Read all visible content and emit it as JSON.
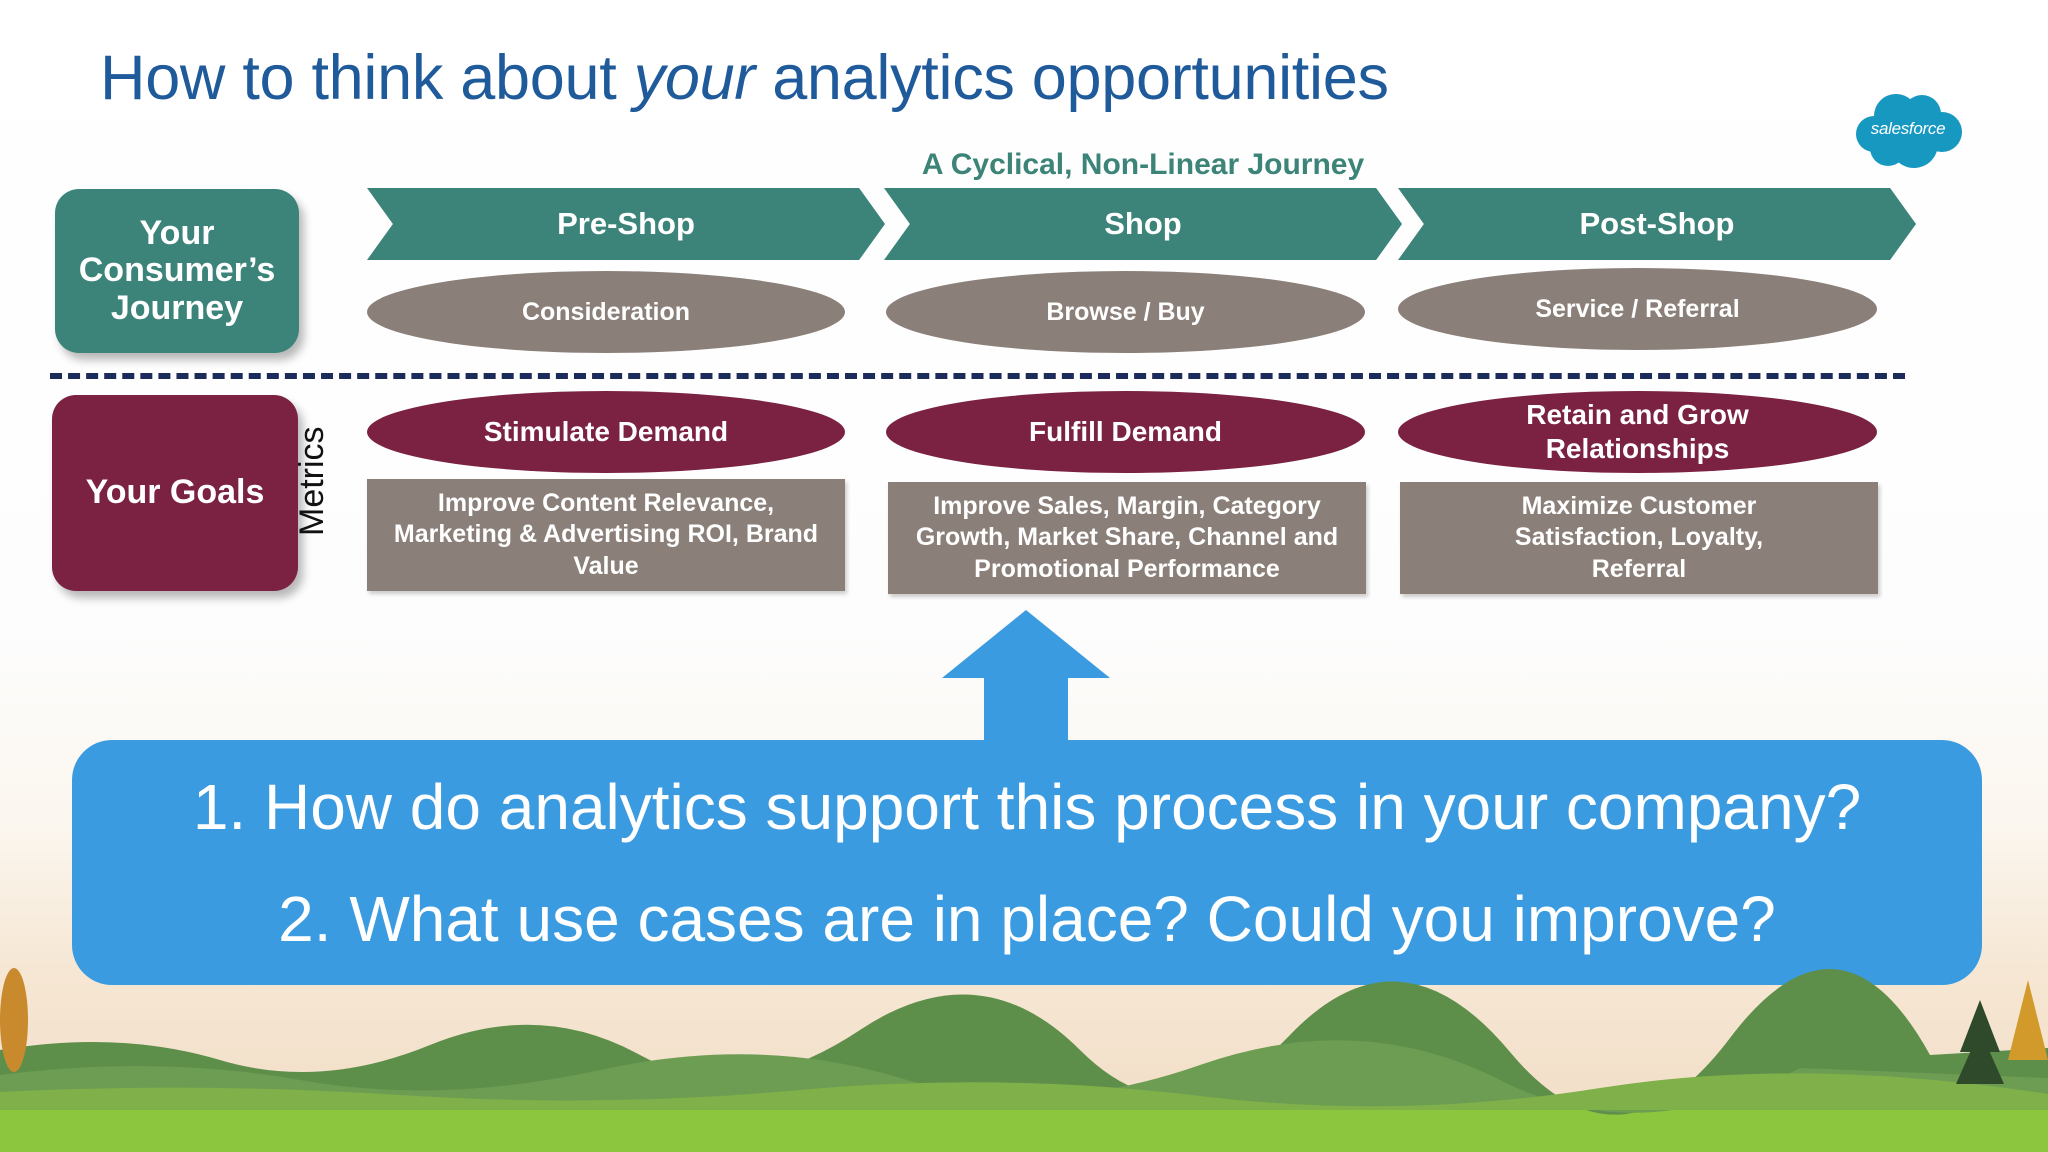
{
  "title": {
    "before": "How to think about ",
    "emphasis": "your",
    "after": " analytics opportunities"
  },
  "logo": {
    "text": "salesforce"
  },
  "subtitle": "A Cyclical, Non-Linear Journey",
  "rows": {
    "journey_label": "Your Consumer’s Journey",
    "goals_label": "Your Goals",
    "metrics_label": "Metrics"
  },
  "stages": [
    {
      "name": "Pre-Shop",
      "phase": "Consideration",
      "goal": "Stimulate Demand",
      "metrics": "Improve Content Relevance, Marketing & Advertising ROI, Brand Value"
    },
    {
      "name": "Shop",
      "phase": "Browse / Buy",
      "goal": "Fulfill Demand",
      "metrics": "Improve Sales, Margin, Category Growth, Market Share, Channel and Promotional  Performance"
    },
    {
      "name": "Post-Shop",
      "phase": "Service / Referral",
      "goal": "Retain and Grow Relationships",
      "metrics": "Maximize Customer Satisfaction, Loyalty, Referral"
    }
  ],
  "questions": [
    "1. How do analytics support this process in your company?",
    "2. What use cases are in place? Could you improve?"
  ],
  "colors": {
    "title": "#1f5a9a",
    "journey_teal": "#3c8479",
    "goals_maroon": "#7b2142",
    "neutral_taupe": "#8b7f79",
    "question_blue": "#3b9be0",
    "salesforce_blue": "#1798c1"
  },
  "icons": {
    "logo": "salesforce-cloud-logo",
    "arrow": "up-arrow-icon"
  }
}
